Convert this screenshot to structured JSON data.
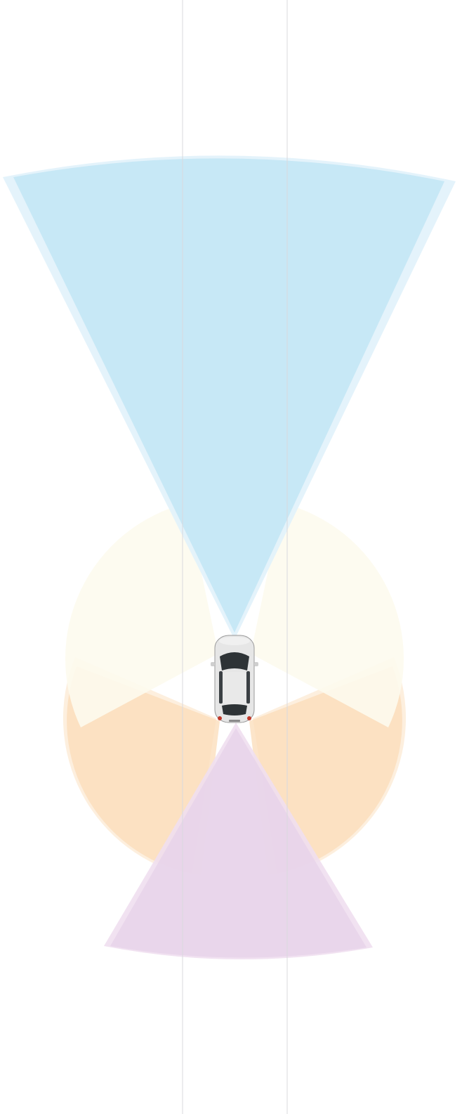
{
  "diagram": {
    "background": "#ffffff",
    "lane_line_color": "#d9d9de",
    "vehicle": {
      "icon": "car-top-view-icon",
      "body_color": "#e6e6e6",
      "glass_color": "#2e3336",
      "tail_light_color": "#c0392b"
    },
    "sensor_zones": [
      {
        "id": "front-long-range",
        "color": "#c5e7f6",
        "edge_color": "#e2f2fb"
      },
      {
        "id": "front-left-corner",
        "color": "#fdfbee"
      },
      {
        "id": "front-right-corner",
        "color": "#fdfbee"
      },
      {
        "id": "rear-left-corner",
        "color": "#fbe2c3"
      },
      {
        "id": "rear-right-corner",
        "color": "#fbe2c3"
      },
      {
        "id": "rear-center",
        "color": "#ead9ec"
      }
    ]
  }
}
